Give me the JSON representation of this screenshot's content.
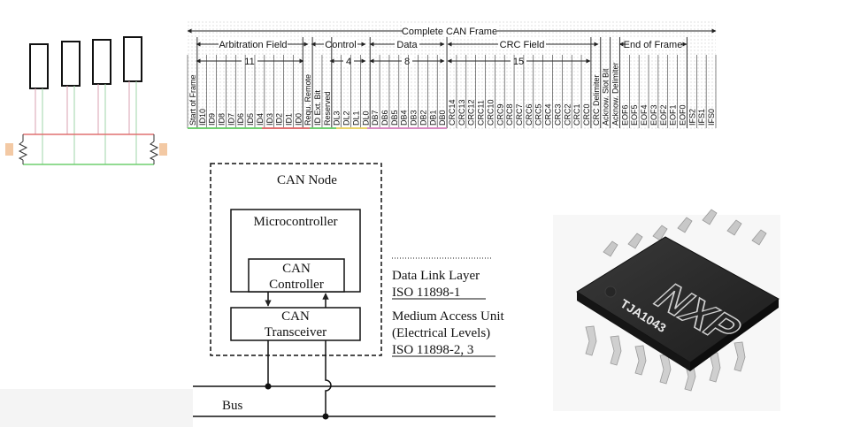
{
  "frame": {
    "title": "Complete CAN Frame",
    "sections": {
      "arbitration": "Arbitration Field",
      "control": "Control",
      "data": "Data",
      "crc": "CRC Field",
      "eof": "End of Frame"
    },
    "counts": {
      "arbitration": "11",
      "control": "4",
      "data": "8",
      "crc": "15"
    },
    "bits": [
      "Start of Frame",
      "ID10",
      "ID9",
      "ID8",
      "ID7",
      "ID6",
      "ID5",
      "ID4",
      "ID3",
      "ID2",
      "ID1",
      "ID0",
      "Requ. Remote",
      "ID Ext. Bit",
      "Reserved",
      "DL3",
      "DL2",
      "DL1",
      "DL0",
      "DB7",
      "DB6",
      "DB5",
      "DB4",
      "DB3",
      "DB2",
      "DB1",
      "DB0",
      "CRC14",
      "CRC13",
      "CRC12",
      "CRC11",
      "CRC10",
      "CRC9",
      "CRC8",
      "CRC7",
      "CRC6",
      "CRC5",
      "CRC4",
      "CRC3",
      "CRC2",
      "CRC1",
      "CRC0",
      "CRC Delimiter",
      "Acknow. Slot Bit",
      "Acknow. Delimiter",
      "EOF6",
      "EOF5",
      "EOF4",
      "EOF3",
      "EOF2",
      "EOF1",
      "EOF0",
      "IFS2",
      "IFS1",
      "IFS0"
    ]
  },
  "node": {
    "title": "CAN Node",
    "microcontroller": "Microcontroller",
    "controller": [
      "CAN",
      "Controller"
    ],
    "transceiver": [
      "CAN",
      "Transceiver"
    ],
    "bus": "Bus",
    "layer1": [
      "Data Link Layer",
      "ISO 11898-1"
    ],
    "layer2": [
      "Medium Access Unit",
      "(Electrical Levels)",
      "ISO 11898-2, 3"
    ]
  },
  "chip": {
    "brand": "NXP",
    "part": "TJA1043"
  },
  "colors": {
    "bus_high": "#e07070",
    "bus_low": "#6fcf6f",
    "stub": "#d8a0b0",
    "chip_body": "#2b2b2b",
    "chip_pin": "#c8c8c8"
  }
}
